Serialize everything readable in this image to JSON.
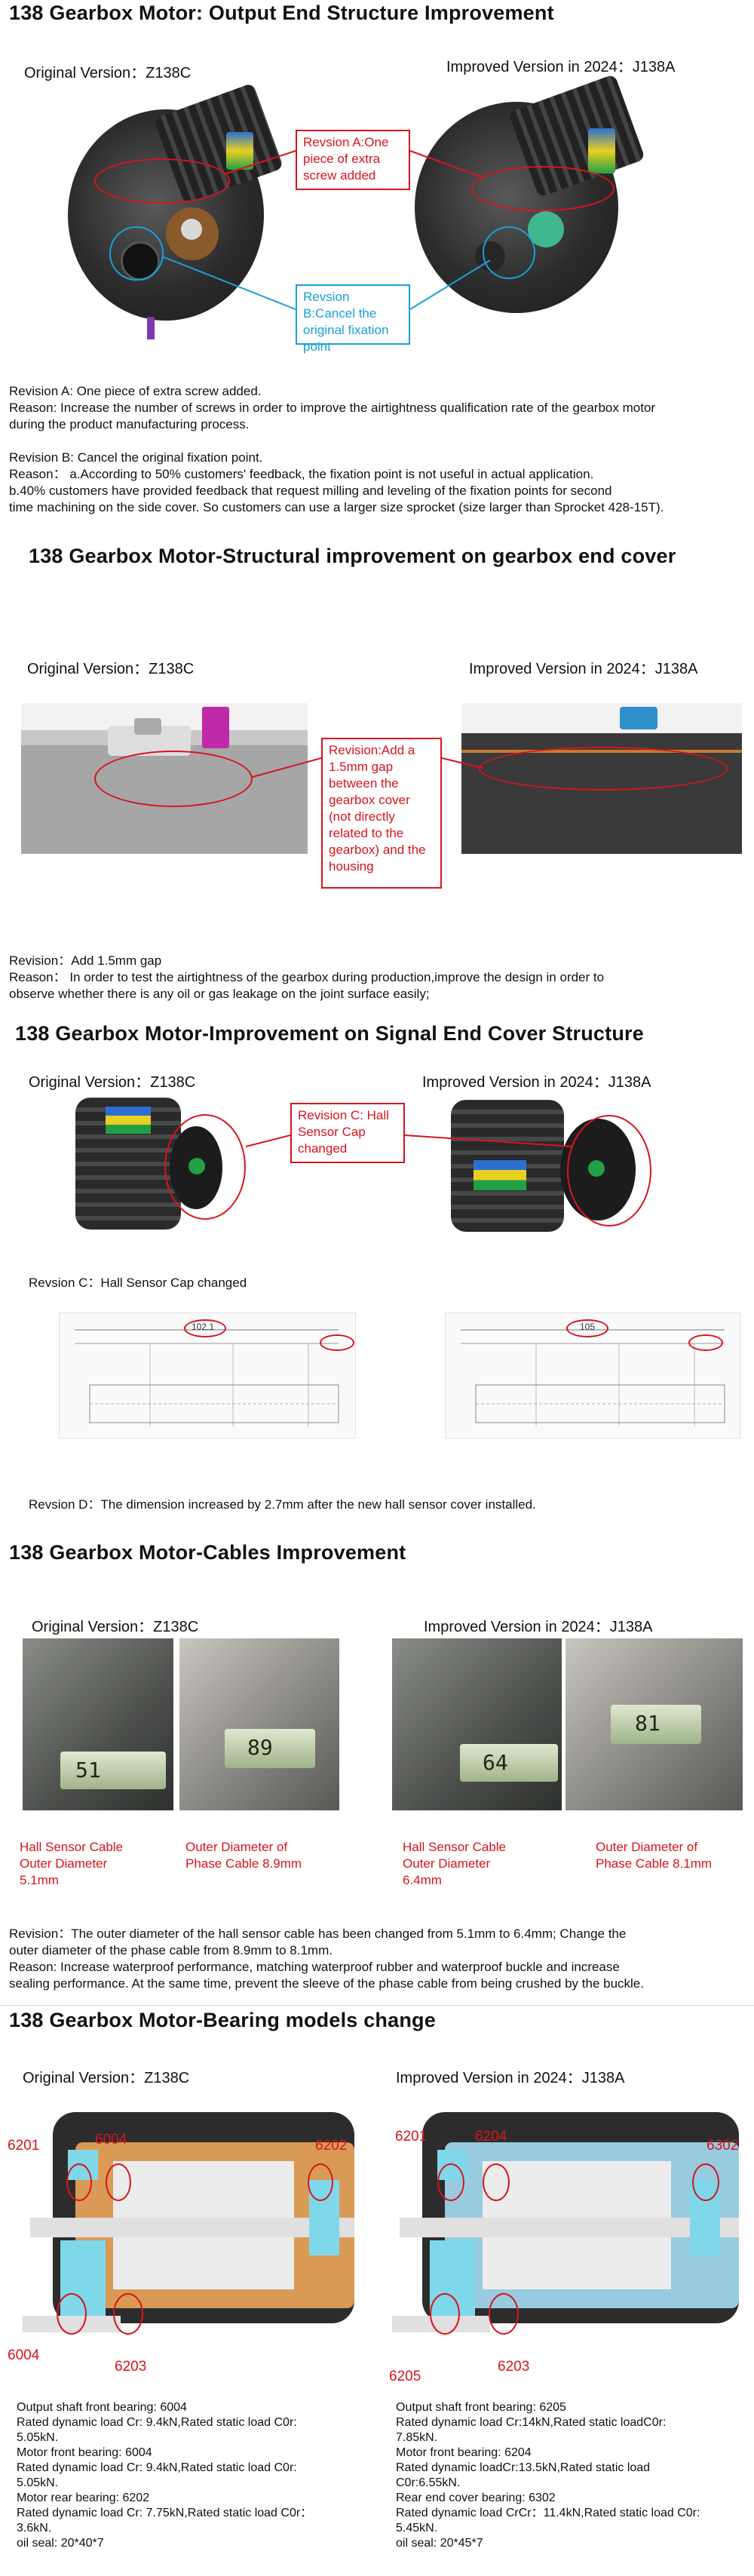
{
  "s1": {
    "title": "138 Gearbox Motor: Output End Structure Improvement",
    "original": "Original Version：Z138C",
    "improved": "Improved Version in 2024：J138A",
    "callout_a": "Revsion A:One piece of extra screw added",
    "callout_b": "Revsion B:Cancel the original fixation point",
    "para": [
      "Revision A: One piece of extra screw added.",
      "Reason: Increase the number of screws in order to improve the airtightness qualification rate of the gearbox motor",
      "during the product manufacturing process.",
      "",
      "Revision B: Cancel the original fixation point.",
      "Reason：  a.According to 50% customers' feedback, the fixation point is not useful in actual application.",
      "               b.40% customers have provided feedback that request milling and leveling of the fixation points for second",
      "time machining on the side cover. So customers can use a larger size sprocket (size larger than Sprocket 428-15T)."
    ]
  },
  "s2": {
    "title": "138 Gearbox Motor-Structural improvement on gearbox end cover",
    "original": "Original Version：Z138C",
    "improved": "Improved Version in 2024：J138A",
    "callout": "Revision:Add a 1.5mm gap between the gearbox cover (not directly related to the gearbox) and the housing",
    "para": [
      "Revision：Add 1.5mm gap",
      "Reason：  In order to test the airtightness of the gearbox during production,improve the design in order to",
      "observe whether there is any oil or gas leakage on the joint surface easily;"
    ]
  },
  "s3": {
    "title": "138 Gearbox Motor-Improvement on Signal End Cover Structure",
    "original": "Original Version：Z138C",
    "improved": "Improved Version in 2024：J138A",
    "callout": "Revision C: Hall Sensor Cap changed",
    "revc": "Revsion C：Hall Sensor Cap changed",
    "dim_left": "102.1",
    "dim_right": "105",
    "revd": "Revsion D：The dimension increased by 2.7mm after the new hall sensor cover installed."
  },
  "s4": {
    "title": "138 Gearbox Motor-Cables Improvement",
    "original": "Original Version：Z138C",
    "improved": "Improved Version in 2024：J138A",
    "readings": [
      "51",
      "89",
      "64",
      "81"
    ],
    "cap1": "Hall Sensor Cable Outer Diameter 5.1mm",
    "cap2": "Outer Diameter of Phase Cable 8.9mm",
    "cap3": "Hall Sensor Cable Outer Diameter 6.4mm",
    "cap4": "Outer Diameter of Phase Cable 8.1mm",
    "para": [
      "Revision：The outer diameter of the hall sensor cable has been changed from 5.1mm to 6.4mm; Change the",
      "outer diameter of the phase cable from 8.9mm to 8.1mm.",
      "Reason: Increase waterproof performance, matching waterproof rubber and waterproof buckle and increase",
      "sealing performance. At the same time, prevent the sleeve of the phase cable from being crushed by the buckle."
    ]
  },
  "s5": {
    "title": "138 Gearbox Motor-Bearing models change",
    "original": "Original Version：Z138C",
    "improved": "Improved Version in 2024：J138A",
    "left_labels": [
      "6201",
      "6004",
      "6202",
      "6004",
      "6203"
    ],
    "right_labels": [
      "6201",
      "6204",
      "6302",
      "6205",
      "6203"
    ],
    "left_specs": [
      "Output shaft front bearing: 6004",
      "Rated dynamic load Cr: 9.4kN,Rated static load C0r:",
      "5.05kN.",
      "Motor front bearing: 6004",
      "Rated dynamic load Cr: 9.4kN,Rated static load C0r:",
      "5.05kN.",
      "Motor rear bearing: 6202",
      "Rated dynamic load Cr: 7.75kN,Rated static load C0r：",
      "3.6kN.",
      "oil seal: 20*40*7"
    ],
    "right_specs": [
      "Output shaft front bearing: 6205",
      "Rated dynamic load Cr:14kN,Rated static loadC0r:",
      "7.85kN.",
      "Motor front bearing: 6204",
      "Rated dynamic loadCr:13.5kN,Rated static load",
      "C0r:6.55kN.",
      "Rear end cover bearing: 6302",
      "Rated dynamic load CrCr：11.4kN,Rated static load C0r:",
      "5.45kN.",
      "oil seal: 20*45*7"
    ]
  },
  "colors": {
    "accent_red": "#d8141c",
    "accent_blue": "#1aa0d8"
  }
}
